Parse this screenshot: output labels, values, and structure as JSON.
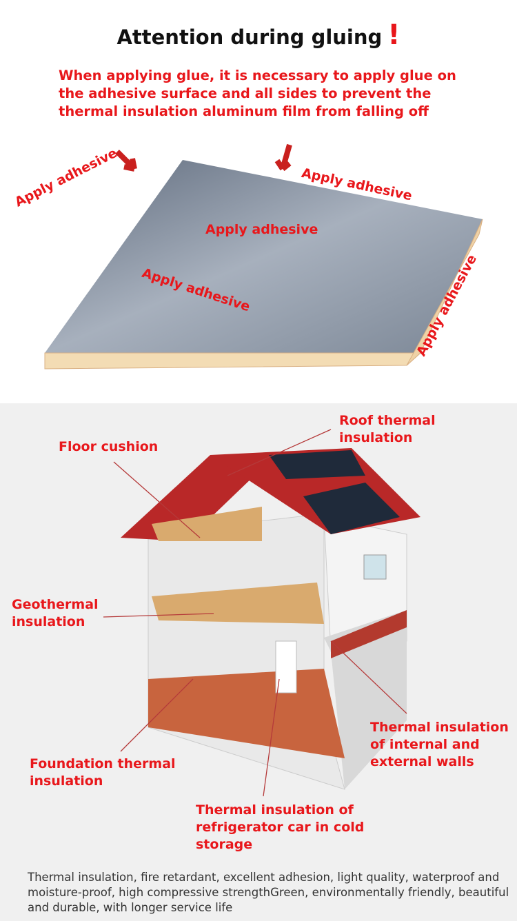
{
  "header": {
    "title": "Attention during gluing",
    "warning": "When applying glue, it is necessary to apply glue on the adhesive surface and all sides to prevent the thermal insulation aluminum film from falling off"
  },
  "board": {
    "labels": [
      "Apply adhesive",
      "Apply adhesive",
      "Apply adhesive",
      "Apply adhesive",
      "Apply adhesive"
    ]
  },
  "house": {
    "labels": {
      "floor": "Floor cushion",
      "roof": "Roof thermal insulation",
      "geo": "Geothermal insulation",
      "walls": "Thermal insulation of internal and external walls",
      "foundation": "Foundation thermal insulation",
      "cold": "Thermal insulation of refrigerator car in cold storage"
    }
  },
  "footer": {
    "description": "Thermal insulation, fire retardant, excellent adhesion, light quality, waterproof and moisture-proof, high compressive strengthGreen, environmentally friendly, beautiful and durable, with longer service life"
  },
  "colors": {
    "accent": "#e8171b",
    "board_edge": "#f3dcb4",
    "foil": "#8e99a8"
  }
}
